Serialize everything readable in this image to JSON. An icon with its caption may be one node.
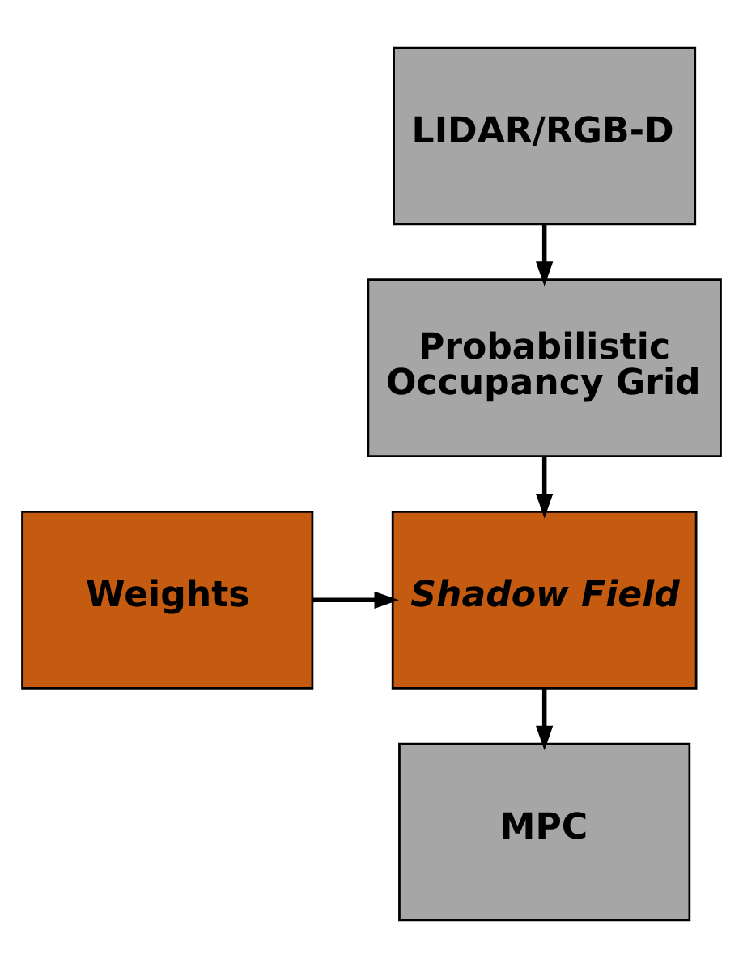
{
  "diagram": {
    "nodes": [
      {
        "text": [
          "LIDAR/RGB-D"
        ]
      },
      {
        "text": [
          "Probabilistic Occupancy Grid"
        ]
      },
      {
        "text": [
          "Weights"
        ]
      },
      {
        "text": [
          "Shadow Field"
        ]
      },
      {
        "text": [
          "MPC"
        ]
      }
    ],
    "edges": [
      {
        "from": 0,
        "to": 1,
        "arrow": "to"
      },
      {
        "from": 1,
        "to": 3,
        "arrow": "to"
      },
      {
        "from": 2,
        "to": 3,
        "arrow": "to"
      },
      {
        "from": 3,
        "to": 4,
        "arrow": "to"
      }
    ]
  }
}
